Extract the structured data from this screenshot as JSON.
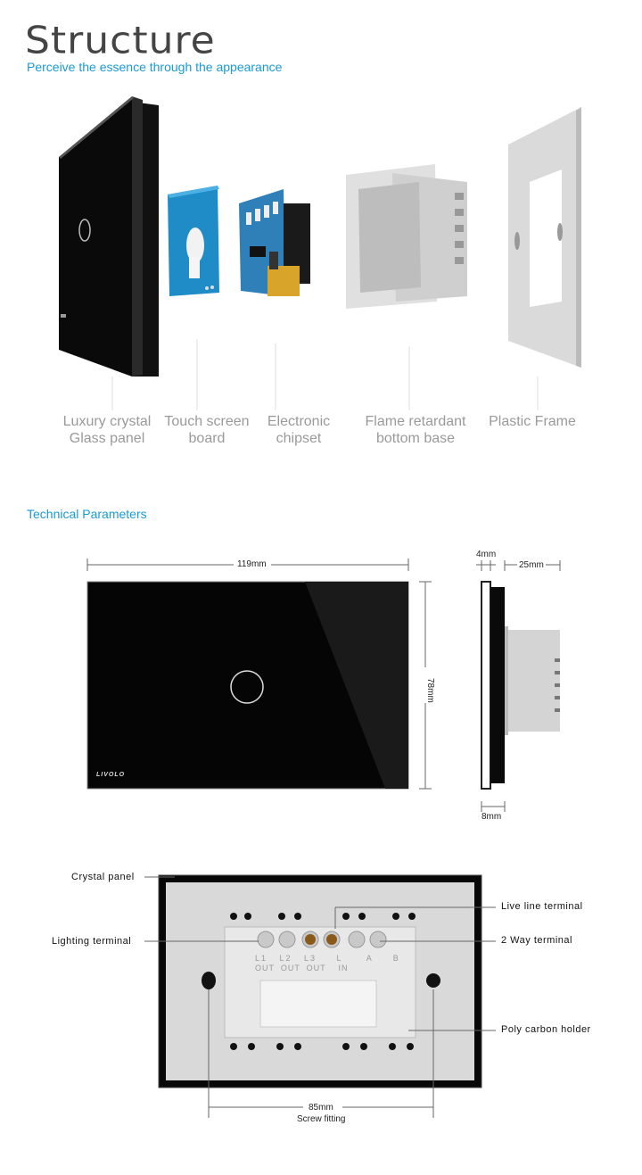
{
  "header": {
    "title": "Structure",
    "subtitle": "Perceive the essence  through the appearance"
  },
  "components": [
    {
      "line1": "Luxury crystal",
      "line2": "Glass panel"
    },
    {
      "line1": "Touch screen",
      "line2": "board"
    },
    {
      "line1": "Electronic",
      "line2": "chipset"
    },
    {
      "line1": "Flame retardant",
      "line2": "bottom base"
    },
    {
      "line1": "Plastic Frame",
      "line2": ""
    }
  ],
  "technical": {
    "heading": "Technical Parameters",
    "width": "119mm",
    "height": "78mm",
    "glass_thickness": "4mm",
    "depth": "25mm",
    "panel_depth": "8mm",
    "brand": "LIVOLO"
  },
  "back": {
    "crystal_panel": "Crystal panel",
    "lighting_terminal": "Lighting terminal",
    "live_line_terminal": "Live line terminal",
    "two_way_terminal": "2 Way terminal",
    "poly_carbon_holder": "Poly carbon holder",
    "screw_distance": "85mm",
    "screw_label": "Screw fitting",
    "terminal_marks": "L1   L2   L3     L      A     B",
    "terminal_marks2": "OUT  OUT  OUT    IN"
  },
  "colors": {
    "accent": "#1a9ad6",
    "glass": "#050505",
    "plastic": "#d6d6d6"
  }
}
